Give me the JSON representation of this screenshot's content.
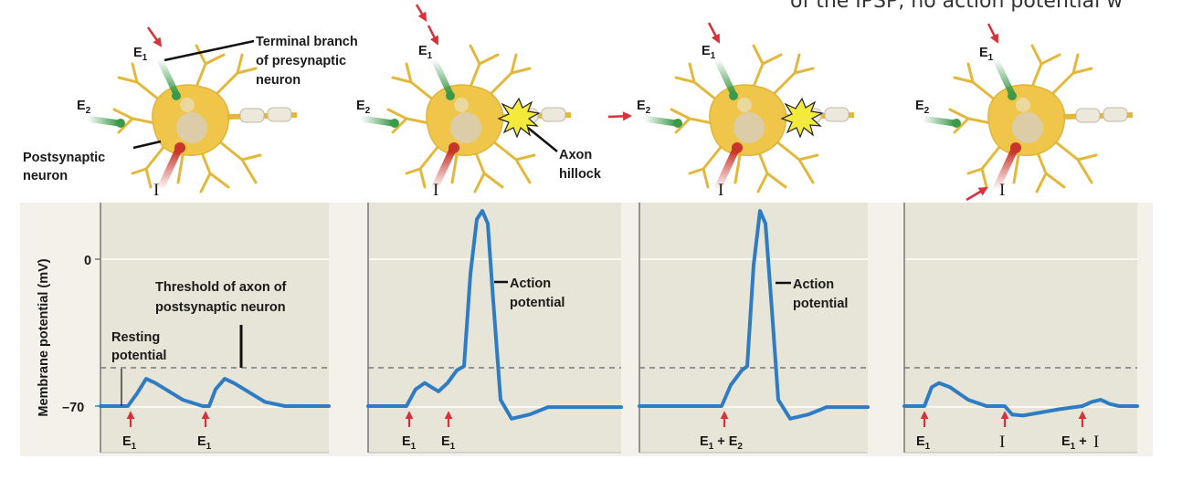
{
  "clipped_caption": "of the IPSP, no action potential w",
  "labels": {
    "terminal_branch": [
      "Terminal branch",
      "of presynaptic",
      "neuron"
    ],
    "postsynaptic": [
      "Postsynaptic",
      "neuron"
    ],
    "axon_hillock": [
      "Axon",
      "hillock"
    ],
    "threshold": [
      "Threshold of axon of",
      "postsynaptic neuron"
    ],
    "resting": [
      "Resting",
      "potential"
    ],
    "action_potential": [
      "Action",
      "potential"
    ],
    "E": "E",
    "sub1": "1",
    "sub2": "2",
    "I": "I",
    "plus": "+"
  },
  "axis": {
    "ylabel": "Membrane potential (mV)",
    "ticks": [
      "0",
      "–70"
    ]
  },
  "colors": {
    "trace": "#2f7cc4",
    "arrow": "#d9303a",
    "excitatory": "#3a9a4a",
    "inhibitory": "#c8352a",
    "neuron": "#f0c64a",
    "plot_bg": "#e7e4d8"
  }
}
